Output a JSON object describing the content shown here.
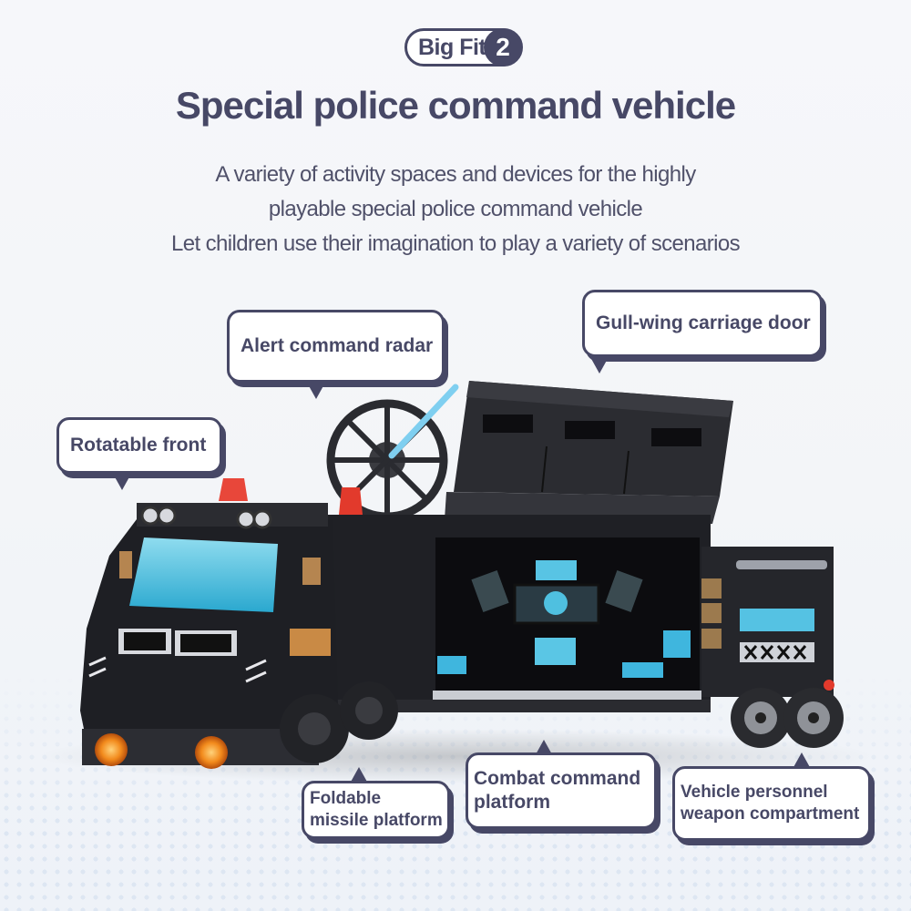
{
  "badge": {
    "text": "Big Fit",
    "number": "2"
  },
  "title": "Special police command vehicle",
  "subtitle_lines": [
    "A variety of activity spaces and devices for the highly",
    "playable special police command vehicle",
    "Let children use their imagination to play a variety of scenarios"
  ],
  "callouts": {
    "alert_radar": "Alert command radar",
    "gull_wing": "Gull-wing carriage door",
    "rotatable_front": "Rotatable front",
    "missile_platform": [
      "Foldable",
      "missile platform"
    ],
    "combat_platform": [
      "Combat command",
      "platform"
    ],
    "weapon_compartment": [
      "Vehicle personnel",
      "weapon compartment"
    ]
  },
  "colors": {
    "text_dark": "#474866",
    "truck_body": "#1e1f24",
    "glass_blue": "#55c2dd",
    "light_orange": "#f08a1e",
    "beacon_red": "#e23a2c"
  }
}
